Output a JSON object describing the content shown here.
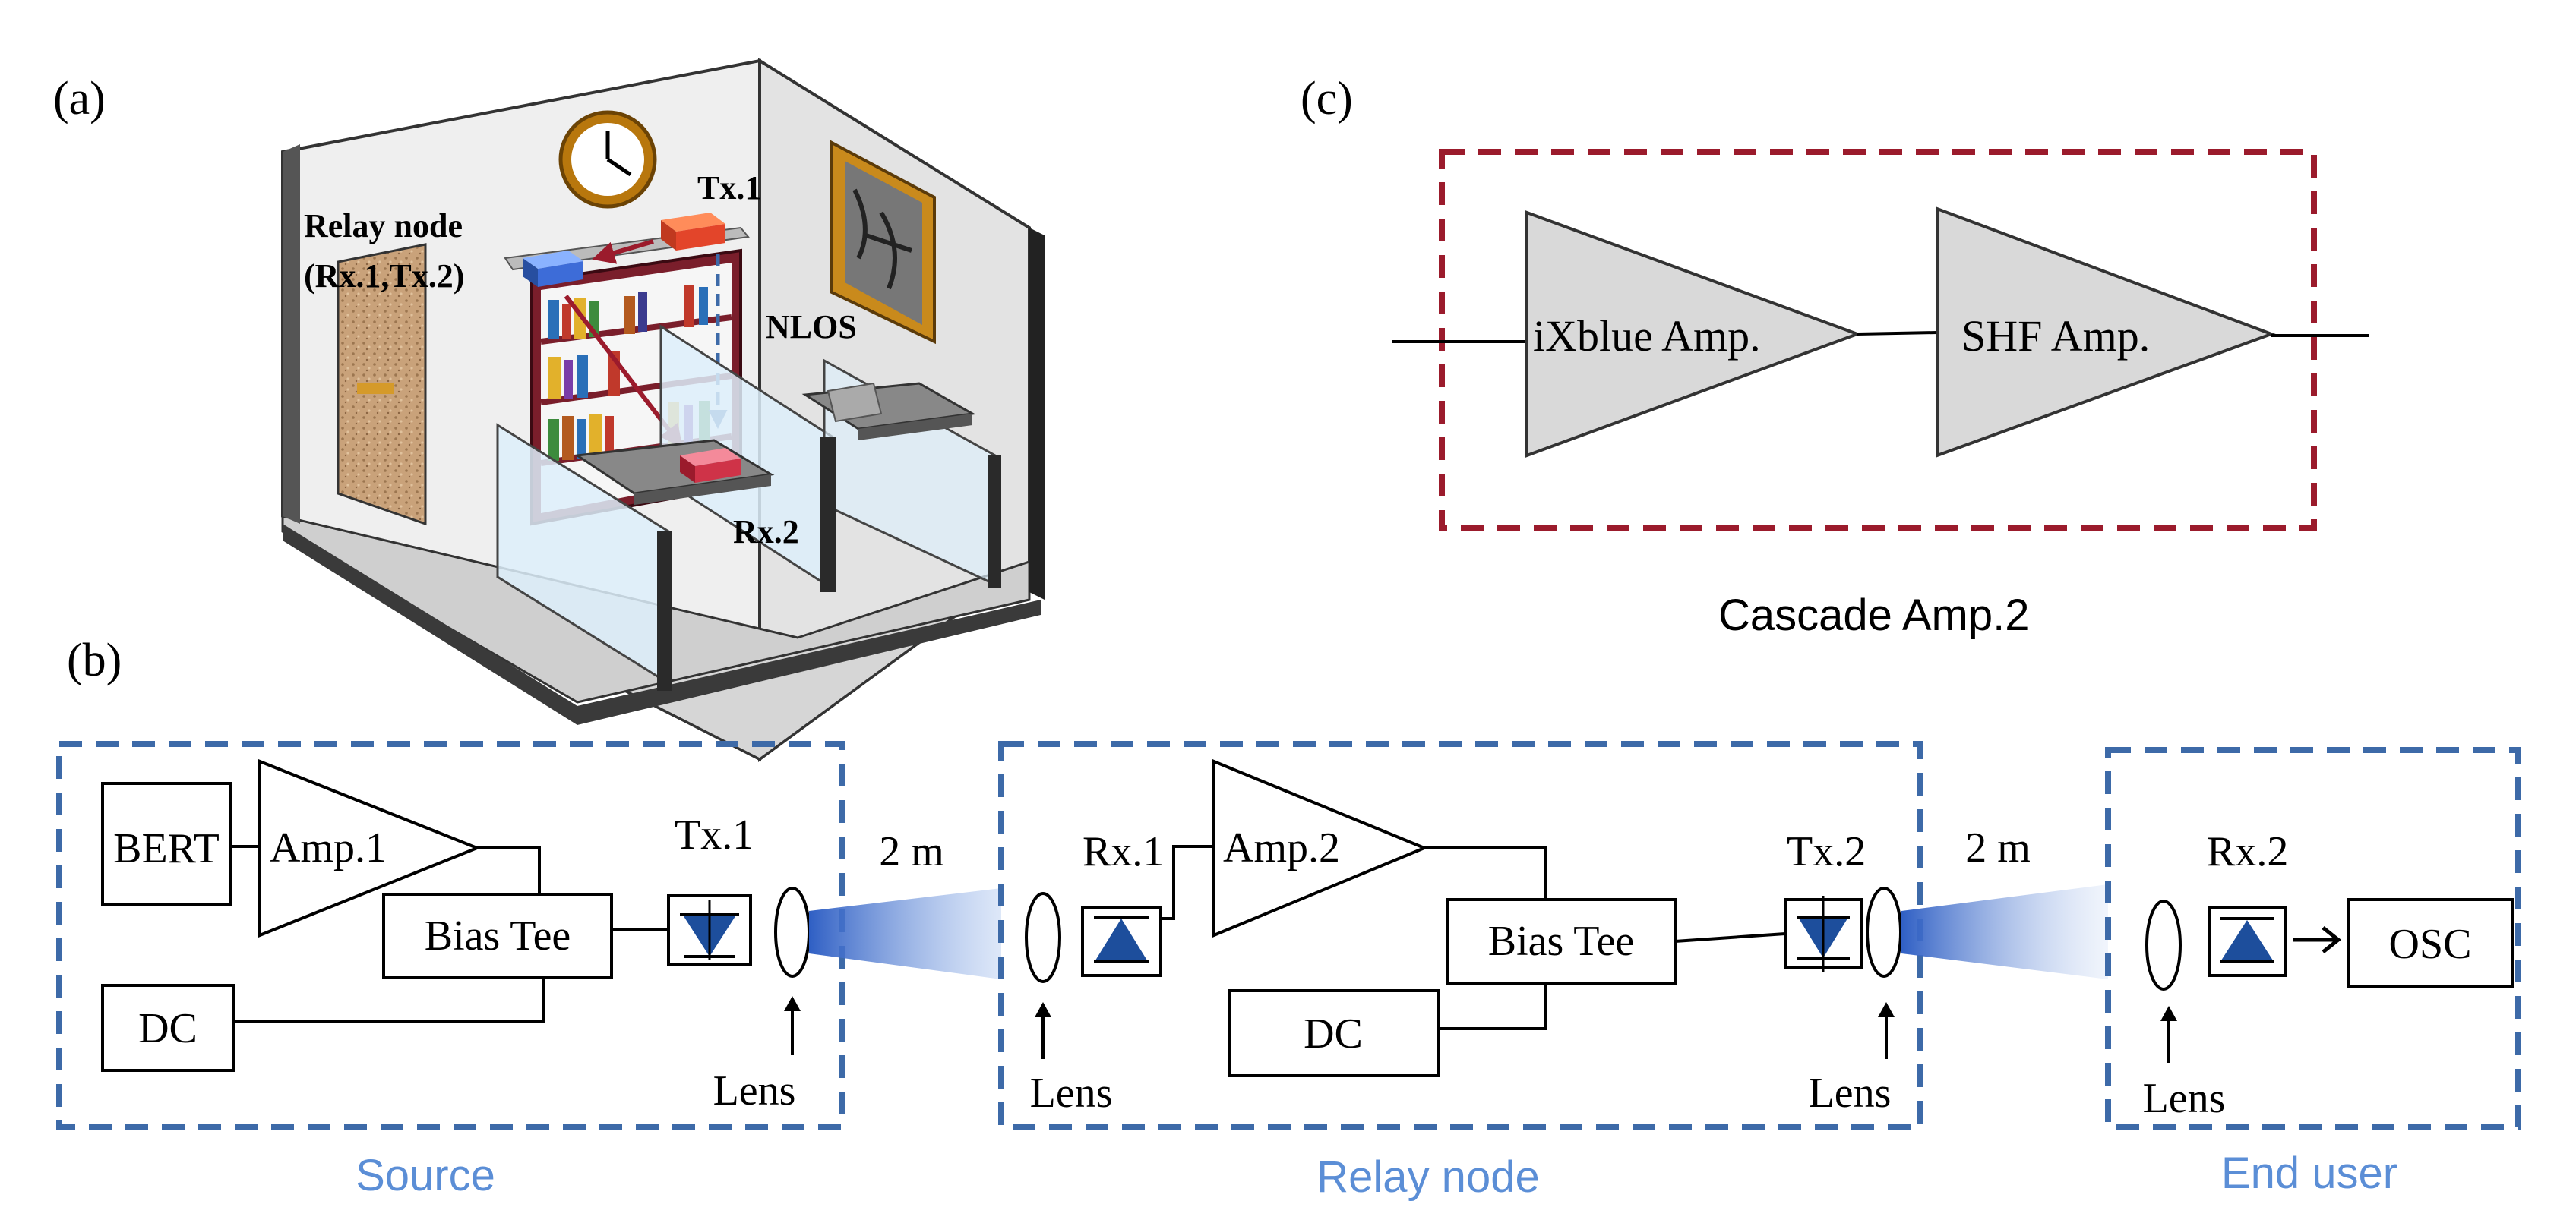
{
  "panel_labels": {
    "a": "(a)",
    "b": "(b)",
    "c": "(c)"
  },
  "room": {
    "relay_node_line1": "Relay node",
    "relay_node_line2": "(Rx.1,Tx.2)",
    "tx1": "Tx.1",
    "rx2": "Rx.2",
    "nlos": "NLOS"
  },
  "cascade": {
    "amp1": "iXblue Amp.",
    "amp2": "SHF Amp.",
    "caption": "Cascade Amp.2"
  },
  "source": {
    "bert": "BERT",
    "amp": "Amp.1",
    "bias_tee": "Bias Tee",
    "dc": "DC",
    "tx": "Tx.1",
    "lens": "Lens",
    "caption": "Source"
  },
  "relay": {
    "rx": "Rx.1",
    "amp": "Amp.2",
    "bias_tee": "Bias Tee",
    "dc": "DC",
    "tx": "Tx.2",
    "lens_left": "Lens",
    "lens_right": "Lens",
    "caption": "Relay node"
  },
  "end_user": {
    "rx": "Rx.2",
    "osc": "OSC",
    "lens": "Lens",
    "caption": "End user"
  },
  "links": {
    "distance1": "2 m",
    "distance2": "2 m"
  },
  "colors": {
    "dashed_blue": "#3d6aa8",
    "dashed_red": "#9b1b2c",
    "caption_blue": "#5b8ed6",
    "diode_fill": "#1d4e9c",
    "beam_blue": "#3a67c8",
    "amp_gray": "#d9d9d9"
  }
}
